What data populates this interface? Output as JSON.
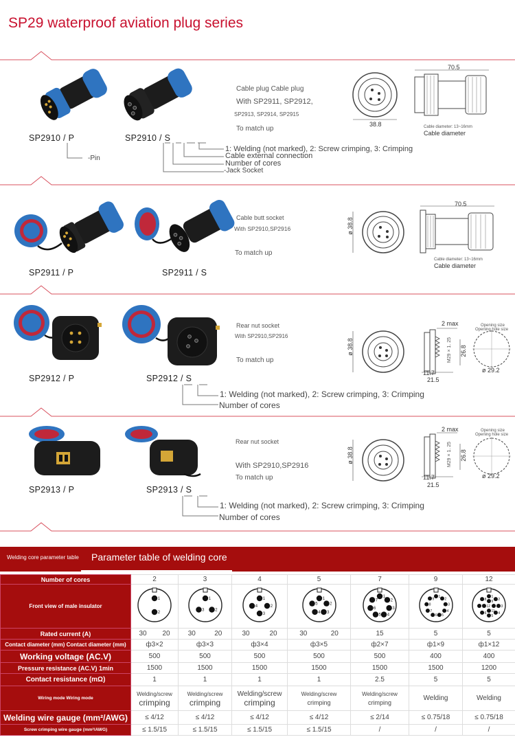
{
  "title": "SP29 waterproof aviation plug series",
  "sections": [
    {
      "labels": [
        "SP2910 / P",
        "SP2910 / S"
      ],
      "description": [
        "Cable plug Cable plug",
        "With SP2911, SP2912,",
        "SP2913, SP2914, SP2915",
        "To match up"
      ],
      "code_notes": [
        "1: Welding (not marked), 2: Screw crimping, 3: Crimping",
        "Cable external connection",
        "Number of cores",
        "-Jack Socket",
        "-Pin"
      ],
      "dims": {
        "length": "70.5",
        "diameter": "38.8",
        "cable_small": "Cable diameter: 13~16mm",
        "cable": "Cable diameter"
      }
    },
    {
      "labels": [
        "SP2911 / P",
        "SP2911 / S"
      ],
      "description": [
        "Cable butt socket",
        "With SP2910,SP2916",
        "To match up"
      ],
      "dims": {
        "length": "70.5",
        "diameter": "ø 38.8",
        "cable_small": "Cable diameter: 13~16mm",
        "cable": "Cable diameter"
      }
    },
    {
      "labels": [
        "SP2912 / P",
        "SP2912 / S"
      ],
      "description": [
        "Rear nut socket",
        "With SP2910,SP2916",
        "To match up"
      ],
      "code_notes": [
        "1: Welding (not marked), 2: Screw crimping, 3: Crimping",
        "Number of cores"
      ],
      "dims": {
        "diameter": "ø 38.8",
        "max": "2 max",
        "thread": "M29 × 1. 25",
        "h": "26.8",
        "a": "11.7",
        "b": "21.5",
        "cut": "ø 29.2",
        "open_small": "Opening size",
        "open": "Opening  hole size"
      }
    },
    {
      "labels": [
        "SP2913 / P",
        "SP2913 / S"
      ],
      "description": [
        "Rear nut socket",
        "With SP2910,SP2916",
        "To match up"
      ],
      "code_notes": [
        "1: Welding (not marked), 2: Screw crimping, 3: Crimping",
        "Number of cores"
      ],
      "dims": {
        "diameter": "ø 38.8",
        "max": "2 max",
        "thread": "M29 × 1. 25",
        "h": "26.8",
        "a": "11.7",
        "b": "21.5",
        "cut": "ø 29.2",
        "open_small": "Opening size",
        "open": "Opening  hole size"
      }
    }
  ],
  "table": {
    "small_title": "Welding core parameter table",
    "title": "Parameter table of welding core",
    "row_labels": {
      "cores": "Number of cores",
      "front": "Front view of male insulator",
      "current": "Rated current (A)",
      "contact": "Contact diameter (mm) Contact diameter (mm)",
      "voltage": "Working voltage (AC.V)",
      "pressure": "Pressure resistance (AC.V) 1min",
      "resistance": "Contact resistance (mΩ)",
      "mode": "Wiring mode Wiring mode",
      "gauge": "Welding wire gauge (mm²/AWG)",
      "screw": "Screw crimping wire gauge (mm²/AWG)"
    },
    "columns": [
      {
        "cores": "2",
        "current": [
          "30",
          "20"
        ],
        "contact": "ф3×2",
        "voltage": "500",
        "pressure": "1500",
        "resistance": "1",
        "mode_small": "Welding/screw",
        "mode_big": "crimping",
        "gauge": "≤ 4/12",
        "screw": "≤ 1.5/15",
        "pins": [
          "1",
          "2"
        ]
      },
      {
        "cores": "3",
        "current": [
          "30",
          "20"
        ],
        "contact": "ф3×3",
        "voltage": "500",
        "pressure": "1500",
        "resistance": "1",
        "mode_small": "Welding/screw",
        "mode_big": "crimping",
        "gauge": "≤ 4/12",
        "screw": "≤ 1.5/15",
        "pins": [
          "1",
          "2",
          "3"
        ]
      },
      {
        "cores": "4",
        "current": [
          "30",
          "20"
        ],
        "contact": "ф3×4",
        "voltage": "500",
        "pressure": "1500",
        "resistance": "1",
        "mode_small": "Welding/screw",
        "mode_big": "crimping",
        "gauge": "≤ 4/12",
        "screw": "≤ 1.5/15",
        "pins": [
          "1",
          "2",
          "3",
          "4"
        ]
      },
      {
        "cores": "5",
        "current": [
          "30",
          "20"
        ],
        "contact": "ф3×5",
        "voltage": "500",
        "pressure": "1500",
        "resistance": "1",
        "mode_small": "Welding/screw",
        "mode_big": "crimping",
        "gauge": "≤ 4/12",
        "screw": "≤ 1.5/15",
        "pins": [
          "1",
          "2",
          "3",
          "4",
          "5"
        ]
      },
      {
        "cores": "7",
        "current": [
          "15"
        ],
        "contact": "ф2×7",
        "voltage": "500",
        "pressure": "1500",
        "resistance": "2.5",
        "mode_small": "Welding/screw",
        "mode_big": "crimping",
        "gauge": "≤ 2/14",
        "screw": "/",
        "pins": [
          "1",
          "2",
          "3",
          "4",
          "5",
          "6",
          "7"
        ]
      },
      {
        "cores": "9",
        "current": [
          "5"
        ],
        "contact": "ф1×9",
        "voltage": "400",
        "pressure": "1500",
        "resistance": "5",
        "mode_small": "",
        "mode_big": "Welding",
        "gauge": "≤ 0.75/18",
        "screw": "/",
        "pins": [
          "1",
          "2",
          "3",
          "4",
          "5",
          "6",
          "7",
          "8",
          "9"
        ]
      },
      {
        "cores": "12",
        "current": [
          "5"
        ],
        "contact": "ф1×12",
        "voltage": "400",
        "pressure": "1200",
        "resistance": "5",
        "mode_small": "",
        "mode_big": "Welding",
        "gauge": "≤ 0.75/18",
        "screw": "/",
        "pins": [
          "1",
          "2",
          "3",
          "4",
          "5",
          "6",
          "7",
          "8",
          "9",
          "10",
          "11",
          "12"
        ]
      }
    ]
  },
  "colors": {
    "accent": "#c8102e",
    "table_header": "#a50d0d",
    "connector_blue": "#2f74c0",
    "connector_black": "#1c1c1c",
    "seal_red": "#c0283a"
  },
  "icons": [
    "plug-photo",
    "socket-photo",
    "front-view-drawing",
    "side-view-drawing",
    "panel-cutout-drawing",
    "pin-layout-diagram"
  ]
}
